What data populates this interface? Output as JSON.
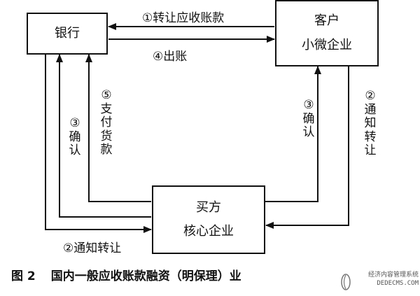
{
  "nodes": {
    "bank": "银行",
    "customer": [
      "客户",
      "小微企业"
    ],
    "buyer": [
      "买方",
      "核心企业"
    ]
  },
  "edges": {
    "transfer_receivables": "①转让应收账款",
    "payout": "④出账",
    "confirm_left": [
      "③",
      "确",
      "认"
    ],
    "pay_goods": [
      "⑤",
      "支",
      "付",
      "货",
      "款"
    ],
    "confirm_right": [
      "③",
      "确",
      "认"
    ],
    "notify_right": [
      "②",
      "通",
      "知",
      "转",
      "让"
    ],
    "notify_bottom": "②通知转让"
  },
  "caption": {
    "figure": "图 2",
    "text": "国内一般应收账款融资（明保理）业"
  },
  "watermark": {
    "line1": "经济内容管理系统",
    "line2": "DEDECMS.COM"
  }
}
